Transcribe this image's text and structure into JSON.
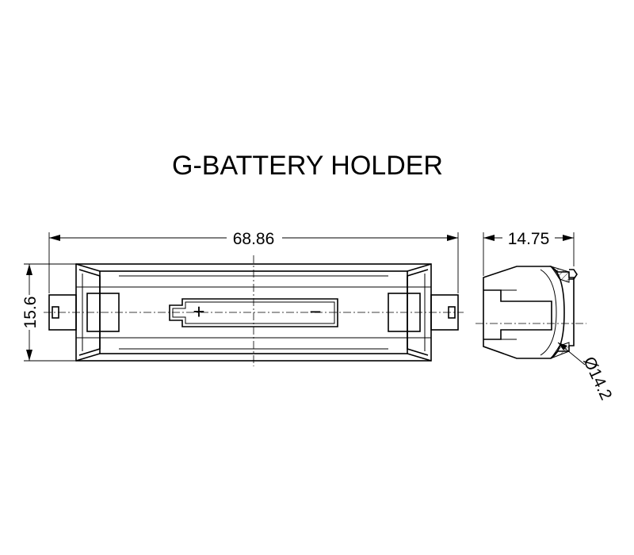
{
  "title": "G-BATTERY HOLDER",
  "dimensions": {
    "length": "68.86",
    "height": "15.6",
    "depth": "14.75",
    "diameter": "Ø14.2"
  },
  "polarity": {
    "positive": "+",
    "negative": "−"
  }
}
